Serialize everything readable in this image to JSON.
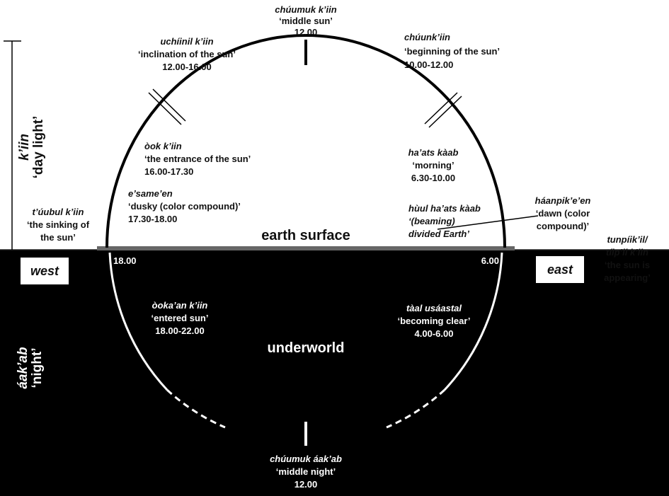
{
  "surface_label": "earth surface",
  "underworld_label": "underworld",
  "west_label": "west",
  "east_label": "east",
  "side_day": {
    "native": "k’iin",
    "gloss": "‘day light’"
  },
  "side_night": {
    "native": "áak’ab",
    "gloss": "‘night’"
  },
  "time_18": "18.00",
  "time_6": "6.00",
  "noon": {
    "native": "chúumuk k’iin",
    "gloss": "‘middle sun’",
    "time": "12.00"
  },
  "inclination": {
    "native": "uchíinil k’iin",
    "gloss": "‘inclination of the sun’",
    "time": "12.00-16.00"
  },
  "beginning": {
    "native": "chúunk’iin",
    "gloss": "‘beginning of the sun’",
    "time": "10.00-12.00"
  },
  "entrance": {
    "native": "òok k’iin",
    "gloss": "‘the entrance of the sun’",
    "time": "16.00-17.30"
  },
  "morning": {
    "native": "ha’ats kàab",
    "gloss": "‘morning’",
    "time": "6.30-10.00"
  },
  "dusky": {
    "native": "e’same’en",
    "gloss": "‘dusky (color compound)’",
    "time": "17.30-18.00"
  },
  "sinking": {
    "native": "t’úubul k’iin",
    "gloss1": "‘the sinking of",
    "gloss2": "the sun’"
  },
  "beaming": {
    "native": "hùul ha’ats kàab",
    "gloss1": "‘(beaming)",
    "gloss2": "divided Earth’"
  },
  "dawn": {
    "native": "háanpik’e’en",
    "gloss1": "‘dawn (color",
    "gloss2": "compound)’"
  },
  "appearing": {
    "native1": "tunpíik’il/",
    "native2": "tíip’il k’iin",
    "gloss1": "‘the sun is",
    "gloss2": "appearing’"
  },
  "entered": {
    "native": "òoka’an k’iin",
    "gloss": "‘entered sun’",
    "time": "18.00-22.00"
  },
  "clear": {
    "native": "tàal usáastal",
    "gloss": "‘becoming clear’",
    "time": "4.00-6.00"
  },
  "midnight": {
    "native": "chúumuk áak’ab",
    "gloss": "‘middle night’",
    "time": "12.00"
  }
}
